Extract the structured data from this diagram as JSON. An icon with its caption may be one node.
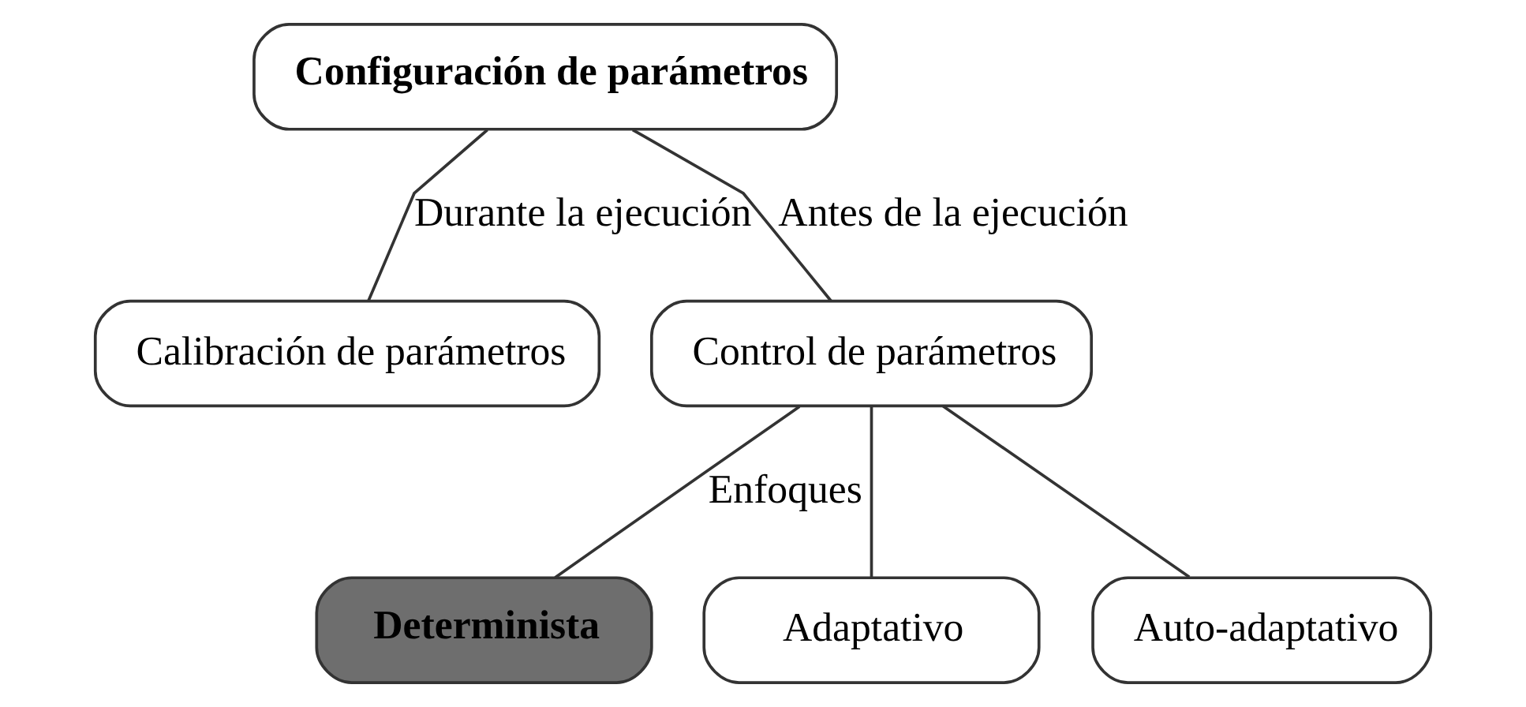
{
  "diagram": {
    "nodes": [
      {
        "text": [
          "Configuración de parámetros"
        ]
      },
      {
        "text": [
          "Calibración de parámetros"
        ]
      },
      {
        "text": [
          "Control de parámetros"
        ]
      },
      {
        "text": [
          "Determinista"
        ]
      },
      {
        "text": [
          "Adaptativo"
        ]
      },
      {
        "text": [
          "Auto-adaptativo"
        ]
      }
    ],
    "edges": [
      {
        "from": 0,
        "to": 1,
        "arrow": "none",
        "label": "Durante la ejecución"
      },
      {
        "from": 0,
        "to": 2,
        "arrow": "none",
        "label": "Antes de la ejecución"
      },
      {
        "from": 2,
        "to": 3,
        "arrow": "none",
        "label": "Enfoques"
      },
      {
        "from": 2,
        "to": 4,
        "arrow": "none"
      },
      {
        "from": 2,
        "to": 5,
        "arrow": "none"
      }
    ]
  }
}
